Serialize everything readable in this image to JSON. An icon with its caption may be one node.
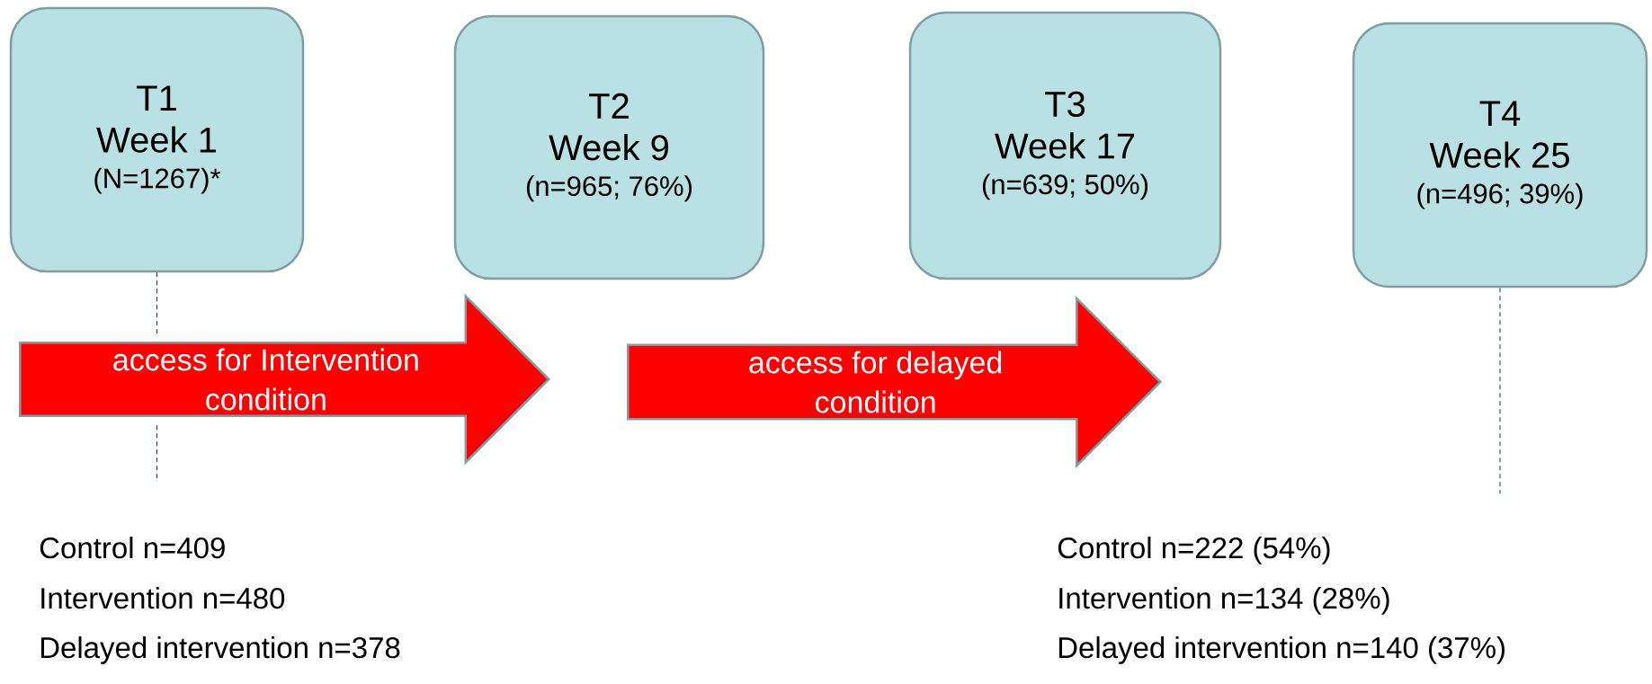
{
  "diagram": {
    "nodes": [
      {
        "text": [
          "T1",
          "Week 1",
          "(N=1267)*"
        ]
      },
      {
        "text": [
          "T2",
          "Week 9",
          "(n=965; 76%)"
        ]
      },
      {
        "text": [
          "T3",
          "Week 17",
          "(n=639; 50%)"
        ]
      },
      {
        "text": [
          "T4",
          "Week 25",
          "(n=496; 39%)"
        ]
      },
      {
        "text": [
          "access for Intervention condition"
        ]
      },
      {
        "text": [
          "access for delayed condition"
        ]
      }
    ],
    "edges": [
      {
        "from": 0,
        "to": null,
        "arrow": "none",
        "style": "dashed"
      },
      {
        "from": 3,
        "to": null,
        "arrow": "none",
        "style": "dashed"
      }
    ],
    "labels": [
      "Control n=409",
      "Intervention n=480",
      "Delayed intervention n=378",
      "Control n=222 (54%)",
      "Intervention n=134 (28%)",
      "Delayed intervention n=140 (37%)"
    ]
  }
}
